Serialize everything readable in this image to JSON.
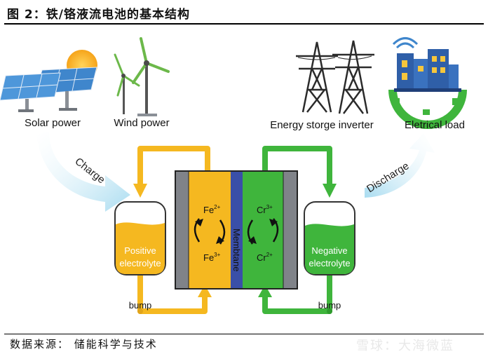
{
  "figure_title": "图 2：铁/铬液流电池的基本结构",
  "source_text": "数据来源： 储能科学与技术",
  "watermark": "雪球：大海微蓝",
  "labels": {
    "solar_power": "Solar power",
    "wind_power": "Wind power",
    "energy_storage_inverter": "Energy storge inverter",
    "electrical_load": "Eletrical load",
    "charge": "Charge",
    "discharge": "Discharge",
    "membrane": "Membtane",
    "positive_electrolyte_line1": "Positive",
    "positive_electrolyte_line2": "electrolyte",
    "negative_electrolyte_line1": "Negative",
    "negative_electrolyte_line2": "electrolyte",
    "pump_left": "bump",
    "pump_right": "bump",
    "fe2_base": "Fe",
    "fe2_sup": "2+",
    "fe3_base": "Fe",
    "fe3_sup": "3+",
    "cr3_base": "Cr",
    "cr3_sup": "3+",
    "cr2_base": "Cr",
    "cr2_sup": "2+"
  },
  "colors": {
    "positive": "#f5b820",
    "negative": "#3fb53c",
    "membrane": "#3a4fa8",
    "electrode": "#808389",
    "arrow_sky": "#a9dcf0",
    "tower": "#2b2b2b",
    "solar_panel": "#4a8fd0"
  }
}
